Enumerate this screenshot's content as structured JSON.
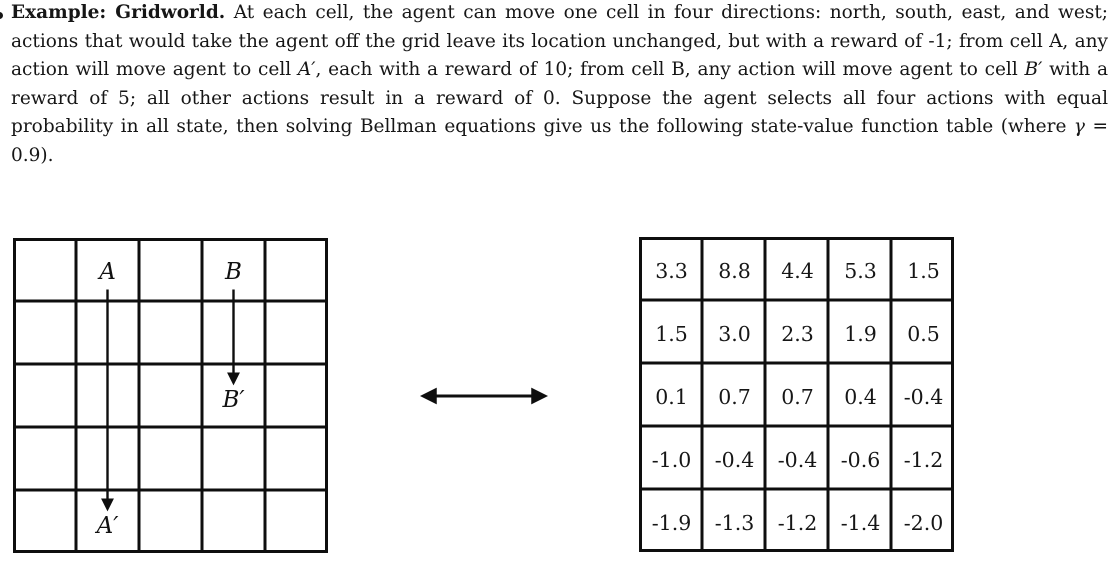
{
  "page": {
    "background": "#ffffff",
    "ink_color": "#141414"
  },
  "paragraph": {
    "runs": [
      {
        "t": "Example: Gridworld.",
        "b": true
      },
      {
        "t": " At each cell, the agent can move one cell in four directions: north, south, east, and west; actions that would take the agent off the grid leave its location unchanged, but with a reward of -1; from cell A, any action will move agent to cell "
      },
      {
        "t": "A′",
        "i": true
      },
      {
        "t": ", each with a reward of 10; from cell B, any action will move agent to cell "
      },
      {
        "t": "B′",
        "i": true
      },
      {
        "t": " with a reward of 5; all other actions result in a reward of 0. Suppose the agent selects all four actions with equal probability in all state, then solving Bellman equations give us the following state-value function table (where "
      },
      {
        "t": "γ",
        "i": true
      },
      {
        "t": " = 0.9)."
      }
    ]
  },
  "figure": {
    "gridworld": {
      "rows": 5,
      "cols": 5,
      "labels": [
        {
          "text": "A",
          "row": 0,
          "col": 1
        },
        {
          "text": "B",
          "row": 0,
          "col": 3
        },
        {
          "text": "B′",
          "row": 2,
          "col": 3
        },
        {
          "text": "A′",
          "row": 4,
          "col": 1
        }
      ],
      "arrows": [
        {
          "from": "A",
          "to": "A′"
        },
        {
          "from": "B",
          "to": "B′"
        }
      ]
    },
    "connector": {
      "symbol": "↔",
      "description": "double-headed arrow between gridworld and state-value table"
    },
    "state_values": {
      "rows": 5,
      "cols": 5,
      "values": [
        [
          "3.3",
          "8.8",
          "4.4",
          "5.3",
          "1.5"
        ],
        [
          "1.5",
          "3.0",
          "2.3",
          "1.9",
          "0.5"
        ],
        [
          "0.1",
          "0.7",
          "0.7",
          "0.4",
          "-0.4"
        ],
        [
          "-1.0",
          "-0.4",
          "-0.4",
          "-0.6",
          "-1.2"
        ],
        [
          "-1.9",
          "-1.3",
          "-1.2",
          "-1.4",
          "-2.0"
        ]
      ]
    }
  }
}
